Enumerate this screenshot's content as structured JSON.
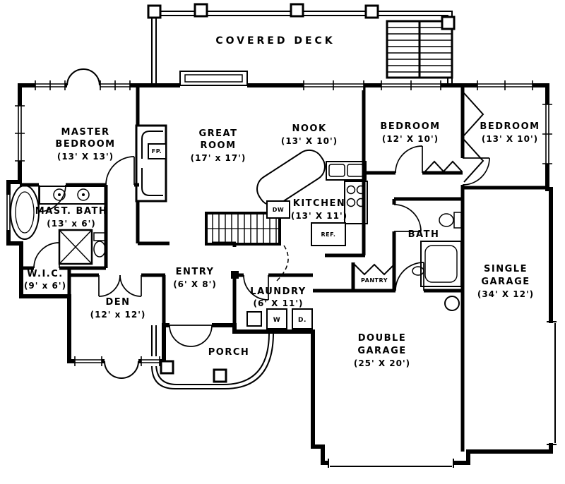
{
  "meta": {
    "drawing_type": "residential floor plan"
  },
  "colors": {
    "ink": "#000000",
    "paper": "#ffffff"
  },
  "rooms": {
    "covered_deck": {
      "name": "COVERED DECK"
    },
    "master_bedroom": {
      "name_line1": "MASTER",
      "name_line2": "BEDROOM",
      "dims": "(13' X 13')"
    },
    "great_room": {
      "name_line1": "GREAT",
      "name_line2": "ROOM",
      "dims": "(17' x 17')"
    },
    "nook": {
      "name": "NOOK",
      "dims": "(13' X 10')"
    },
    "bedroom_center": {
      "name": "BEDROOM",
      "dims": "(12' X 10')"
    },
    "bedroom_right": {
      "name": "BEDROOM",
      "dims": "(13' X 10')"
    },
    "kitchen": {
      "name": "KITCHEN",
      "dims": "(13' X 11')"
    },
    "master_bath": {
      "name": "MAST. BATH",
      "dims": "(13' x 6')"
    },
    "wic": {
      "name": "W.I.C.",
      "dims": "(9' x 6')"
    },
    "den": {
      "name": "DEN",
      "dims": "(12' x 12')"
    },
    "entry": {
      "name": "ENTRY",
      "dims": "(6' X 8')"
    },
    "laundry": {
      "name": "LAUNDRY",
      "dims": "(6' X 11')"
    },
    "porch": {
      "name": "PORCH"
    },
    "double_garage": {
      "name_line1": "DOUBLE",
      "name_line2": "GARAGE",
      "dims": "(25' X 20')"
    },
    "single_garage": {
      "name_line1": "SINGLE",
      "name_line2": "GARAGE",
      "dims": "(34' X 12')"
    },
    "bath": {
      "name": "BATH"
    }
  },
  "fixtures": {
    "dishwasher": "DW",
    "refrigerator": "REF.",
    "pantry": "PANTRY",
    "fireplace": "FP.",
    "washer": "W",
    "dryer": "D."
  }
}
